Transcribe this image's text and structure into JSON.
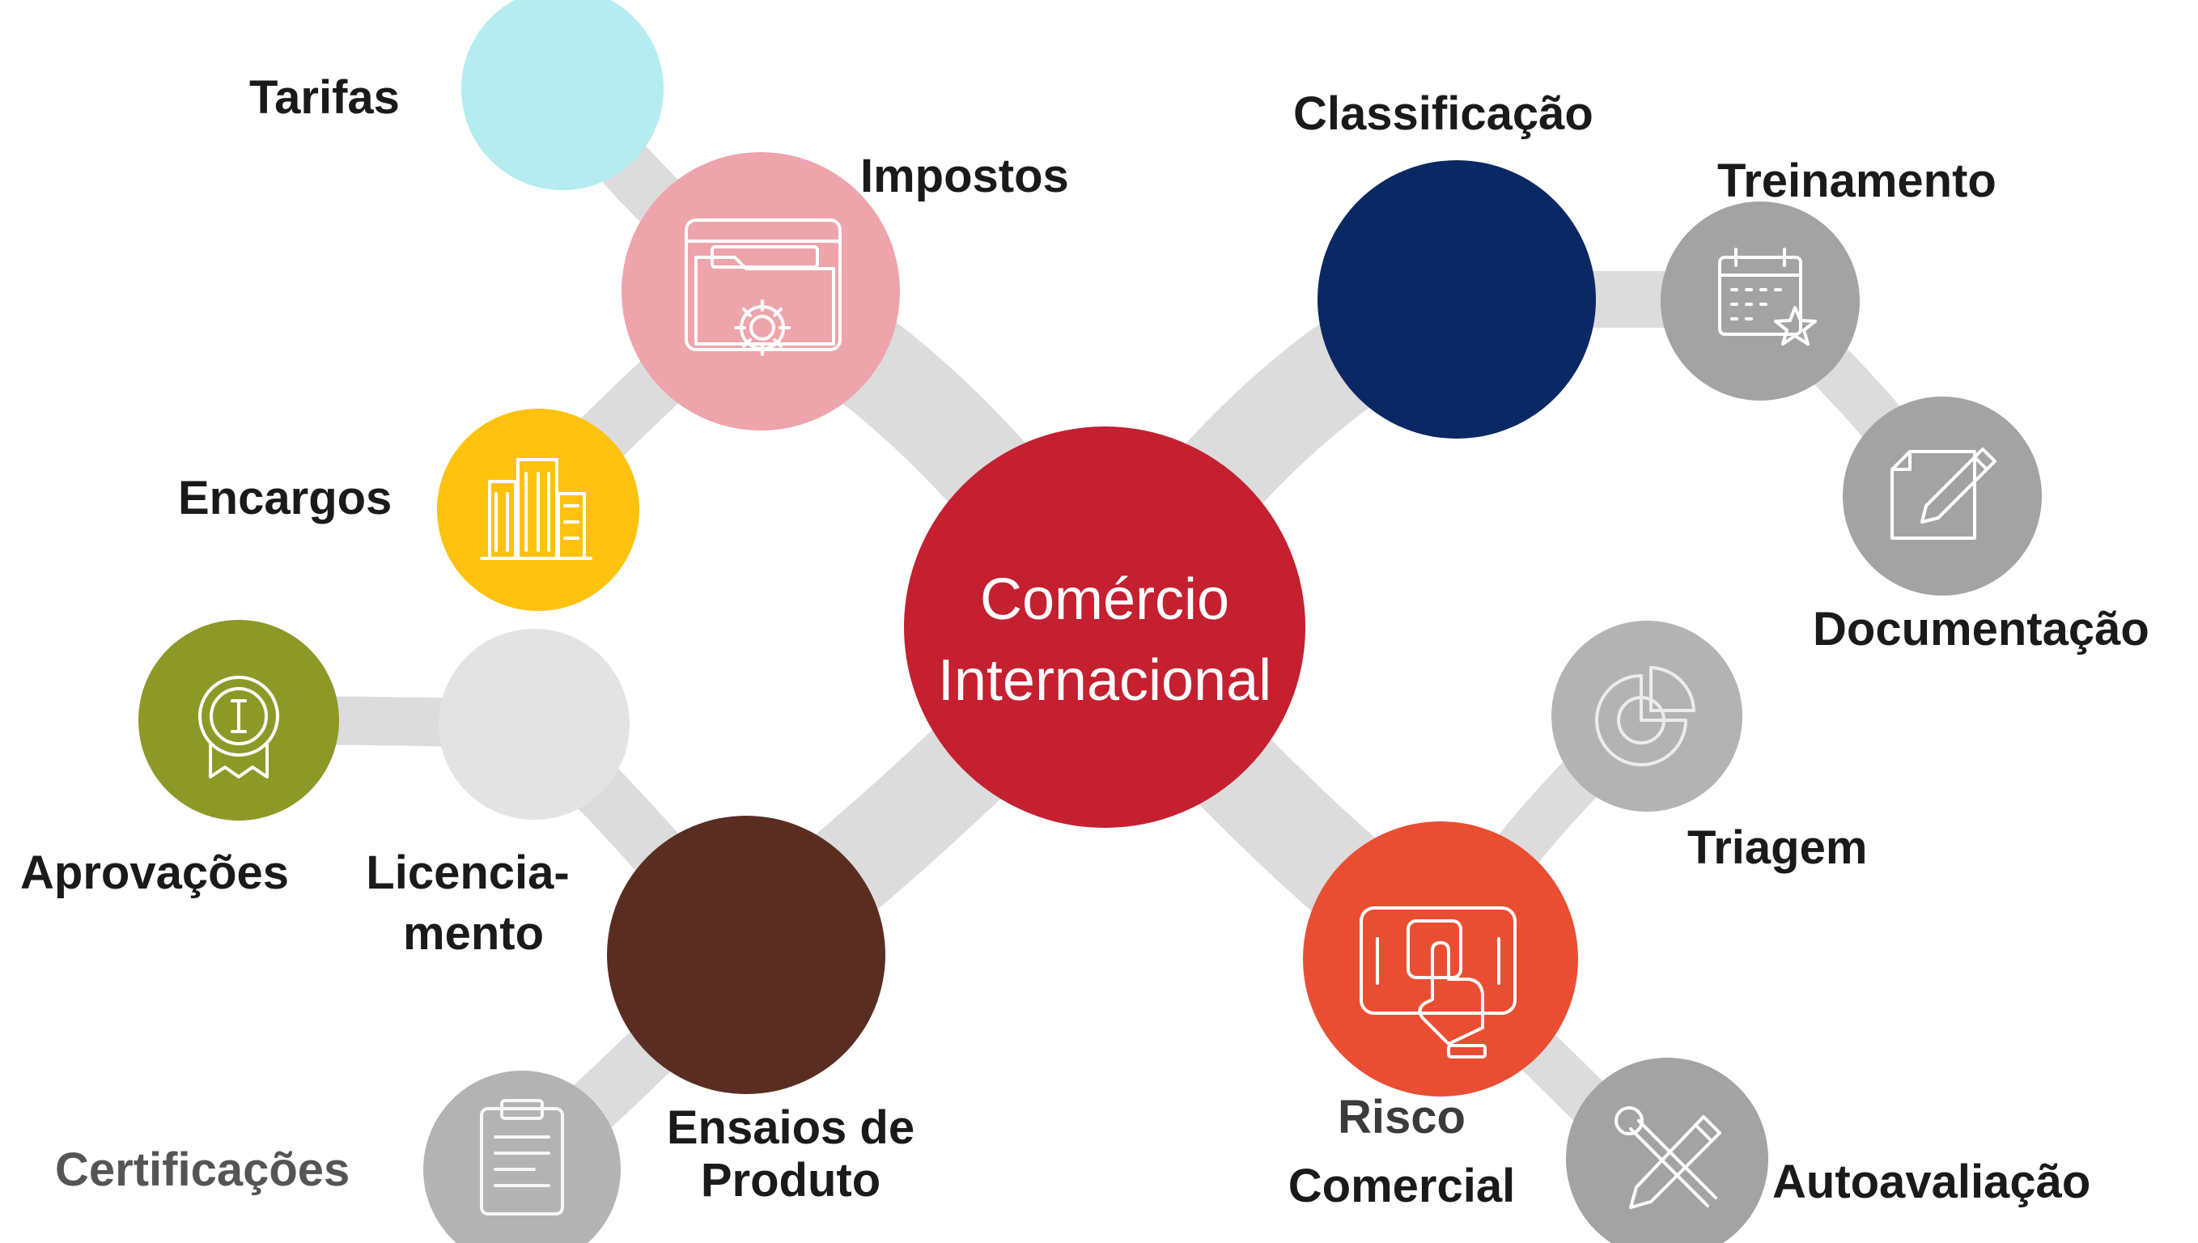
{
  "center": {
    "line1": "Comércio",
    "line2": "Internacional",
    "color": "#c42030"
  },
  "nodes": {
    "tarifas": {
      "label": "Tarifas",
      "color": "#b4ecf0"
    },
    "impostos": {
      "label": "Impostos",
      "color": "#eda4ab",
      "icon": "folder-gear-icon"
    },
    "encargos": {
      "label": "Encargos",
      "color": "#ffc20e",
      "icon": "buildings-icon"
    },
    "classificacao": {
      "label": "Classificação",
      "color": "#0a2863"
    },
    "treinamento": {
      "label": "Treinamento",
      "color": "#a3a3a3",
      "icon": "calendar-star-icon"
    },
    "documentacao": {
      "label": "Documentação",
      "color": "#a3a3a3",
      "icon": "edit-document-icon"
    },
    "triagem": {
      "label": "Triagem",
      "color": "#b3b3b3",
      "icon": "pie-chart-icon"
    },
    "risco": {
      "label_line1": "Risco",
      "label_line2": "Comercial",
      "color": "#e94e32",
      "icon": "tablet-touch-icon"
    },
    "autoavaliacao": {
      "label": "Autoavaliação",
      "color": "#a3a3a3",
      "icon": "tools-icon"
    },
    "aprovacoes": {
      "label": "Aprovações",
      "color": "#8c9927",
      "icon": "award-badge-icon"
    },
    "licenciamento": {
      "label_line1": "Licencia-",
      "label_line2": "mento",
      "color": "#e3e3e3"
    },
    "ensaios": {
      "label_line1": "Ensaios de",
      "label_line2": "Produto",
      "color": "#5a2d22"
    },
    "certificacoes": {
      "label": "Certificações",
      "color": "#b3b3b3",
      "icon": "clipboard-icon"
    }
  },
  "connector_color": "#dcdcdc"
}
